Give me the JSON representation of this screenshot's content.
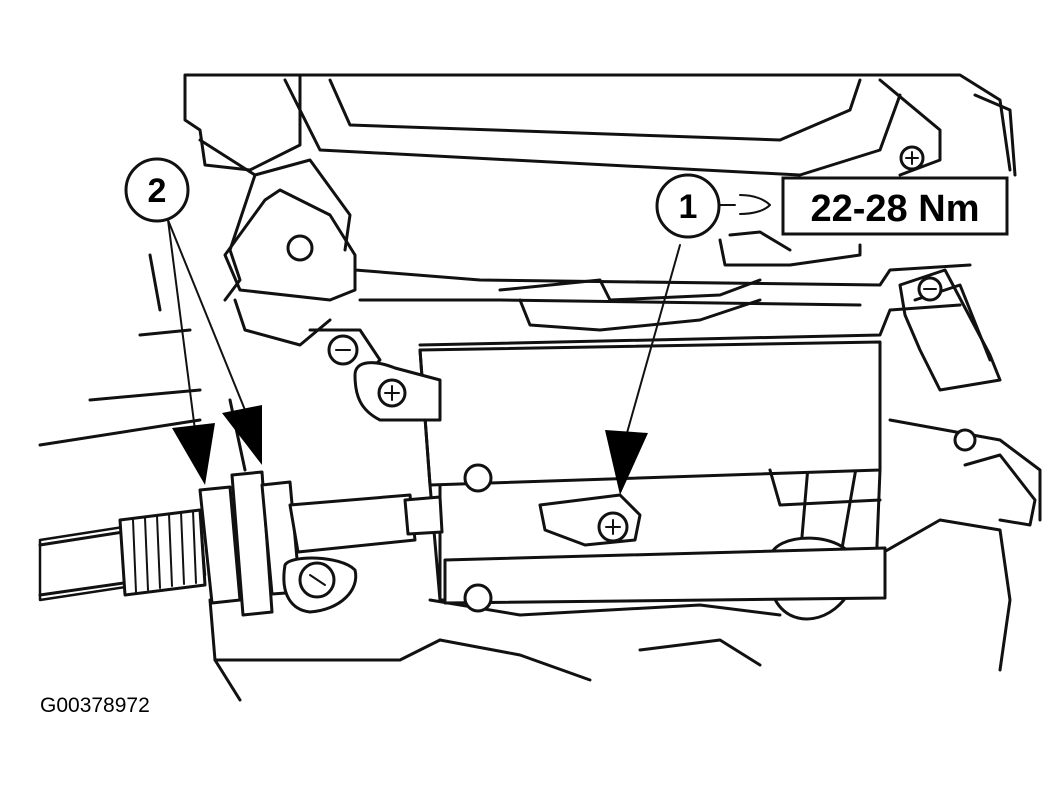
{
  "callouts": [
    {
      "id": "1",
      "label": "1"
    },
    {
      "id": "2",
      "label": "2"
    }
  ],
  "torque_spec": "22-28 Nm",
  "figure_id": "G00378972"
}
